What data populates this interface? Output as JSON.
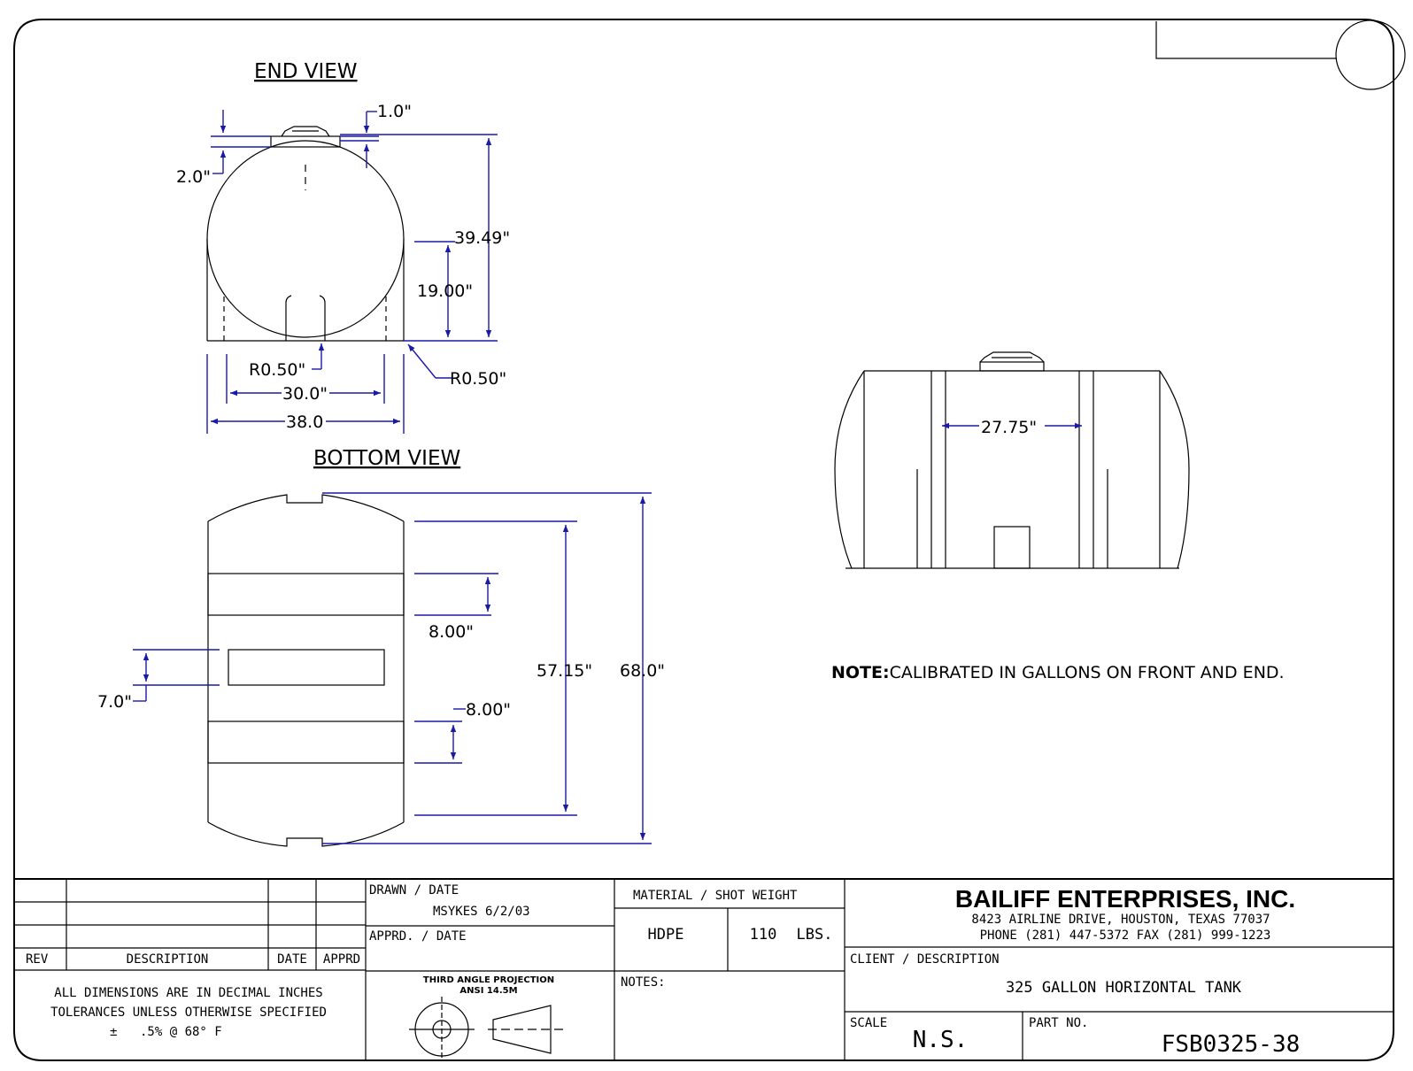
{
  "end_view": {
    "title": "END VIEW",
    "dims": {
      "lid_height": "1.0\"",
      "top_offset": "2.0\"",
      "overall_height": "39.49\"",
      "center_height": "19.00\"",
      "inner_radius": "R0.50\"",
      "outer_radius": "R0.50\"",
      "leg_span": "30.0\"",
      "overall_width": "38.0"
    }
  },
  "bottom_view": {
    "title": "BOTTOM VIEW",
    "dims": {
      "band_top": "8.00\"",
      "band_bottom": "8.00\"",
      "pad_width": "7.0\"",
      "band_span": "57.15\"",
      "overall_length": "68.0\""
    }
  },
  "side_view": {
    "dims": {
      "center_width": "27.75\""
    }
  },
  "note": {
    "bold": "NOTE:",
    "text": "CALIBRATED IN GALLONS ON FRONT AND END."
  },
  "title_block": {
    "rev_table": {
      "rev": "REV",
      "description": "DESCRIPTION",
      "date": "DATE",
      "apprd": "APPRD"
    },
    "dimensions_note": {
      "line1": "ALL DIMENSIONS ARE IN DECIMAL INCHES",
      "line2": "TOLERANCES UNLESS OTHERWISE SPECIFIED",
      "pm": "±",
      "tol": ".5% @ 68° F"
    },
    "drawn_label": "DRAWN / DATE",
    "drawn_value": "MSYKES 6/2/03",
    "apprd_label": "APPRD. / DATE",
    "projection_line1": "THIRD ANGLE PROJECTION",
    "projection_line2": "ANSI 14.5M",
    "material_label": "MATERIAL / SHOT WEIGHT",
    "material": "HDPE",
    "weight": "110",
    "weight_unit": "LBS.",
    "notes_label": "NOTES:",
    "company": "BAILIFF ENTERPRISES, INC.",
    "address": "8423 AIRLINE DRIVE, HOUSTON, TEXAS  77037",
    "phone": "PHONE  (281) 447-5372    FAX   (281) 999-1223",
    "client_label": "CLIENT / DESCRIPTION",
    "client_desc": "325 GALLON HORIZONTAL TANK",
    "scale_label": "SCALE",
    "scale": "N.S.",
    "part_label": "PART NO.",
    "part_no": "FSB0325-38"
  }
}
